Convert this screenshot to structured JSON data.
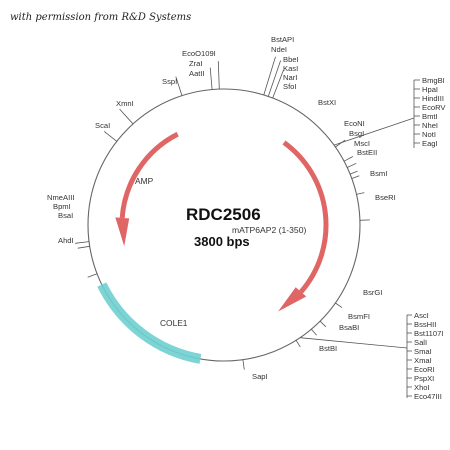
{
  "credit": "with permission from R&D Systems",
  "plasmid": {
    "name": "RDC2506",
    "insert": "mATP6AP2 (1-350)",
    "size": "3800 bps"
  },
  "features": {
    "amp": "AMP",
    "cole1": "COLE1"
  },
  "colors": {
    "arrow": "#e06666",
    "origin": "#6fcfcf",
    "backbone": "#666666"
  },
  "sites": {
    "top_cluster": [
      "BstAPI",
      "NdeI",
      "BbeI",
      "KasI",
      "NarI",
      "SfoI"
    ],
    "eco_cluster": [
      "EcoO109I",
      "ZraI",
      "AatII"
    ],
    "sspi": "SspI",
    "xmni": "XmnI",
    "scai": "ScaI",
    "left_cluster": [
      "NmeAIII",
      "BpmI",
      "BsaI"
    ],
    "ahdi": "AhdI",
    "sapi": "SapI",
    "bstxi": "BstXI",
    "mcs1": [
      "BmgBI",
      "HpaI",
      "HindIII",
      "EcoRV",
      "BmtI",
      "NheI",
      "NotI",
      "EagI"
    ],
    "econi_cluster": [
      "EcoNI",
      "BsgI",
      "MscI",
      "BstEII"
    ],
    "bsmi": "BsmI",
    "bseri": "BseRI",
    "bsrgi": "BsrGI",
    "bsmfi": "BsmFI",
    "bsabi": "BsaBI",
    "bstbi": "BstBI",
    "mcs2": [
      "AscI",
      "BssHII",
      "Bst1107I",
      "SalI",
      "SmaI",
      "XmaI",
      "EcoRI",
      "PspXI",
      "XhoI",
      "Eco47III"
    ]
  }
}
